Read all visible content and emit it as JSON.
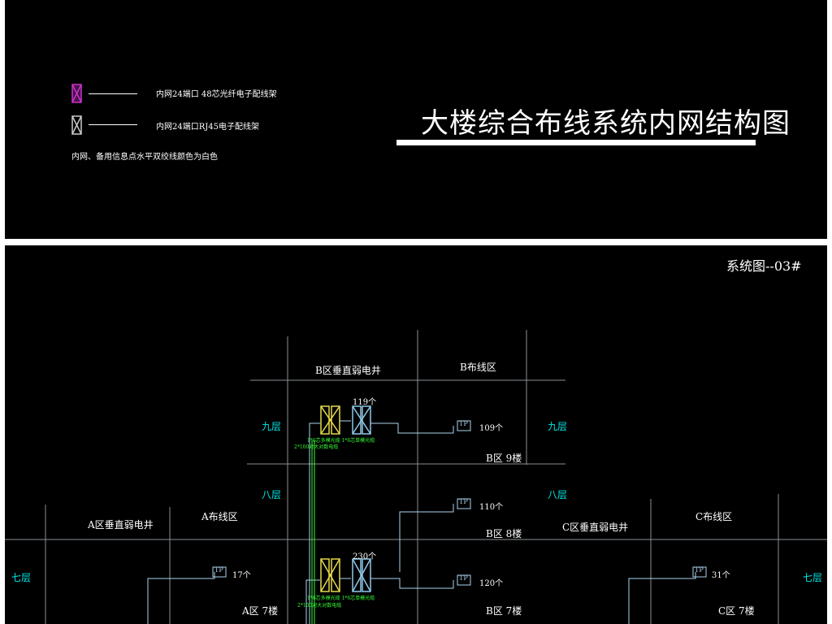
{
  "legend": {
    "item1": "内网24端口 48芯光纤电子配线架",
    "item2": "内网24端口RJ45电子配线架",
    "note": "内网、备用信息点水平双绞线颜色为白色",
    "item1_color": "#cc33cc",
    "item2_color": "#cccccc"
  },
  "title": "大楼综合布线系统内网结构图",
  "diagram": {
    "sheet_label": "系统图--03#",
    "headers": {
      "b_shaft": "B区垂直弱电井",
      "b_area": "B布线区",
      "a_shaft": "A区垂直弱电井",
      "a_area": "A布线区",
      "c_shaft": "C区垂直弱电井",
      "c_area": "C布线区"
    },
    "floors": {
      "f9_left": "九层",
      "f9_right": "九层",
      "f8_left": "八层",
      "f8_right": "八层",
      "f7_left": "七层",
      "f7_right": "七层"
    },
    "counts": {
      "b9_rack": "119个",
      "b9_tp": "109个",
      "b8_tp": "110个",
      "b7_rack": "230个",
      "b7_tp": "120个",
      "a7_tp": "17个",
      "c7_tp": "31个"
    },
    "zones": {
      "b9": "B区 9楼",
      "b8": "B区 8楼",
      "b7": "B区 7楼",
      "a7": "A区 7楼",
      "c7": "C区 7楼"
    },
    "tp_label": "TP",
    "cable_notes": {
      "b9_line1": "1*6芯多模光缆 1*6芯单模光缆",
      "b9_line2": "2*100对大对数电缆",
      "b7_line1": "1*6芯多模光缆 1*6芯单模光缆",
      "b7_line2": "2*100对大对数电缆"
    },
    "colors": {
      "grid": "#9aa0a6",
      "cable": "#aad4ee",
      "fiber": "#33ff33",
      "rack_yellow": "#e6d84a",
      "rack_cyan": "#8fc8e8",
      "floor_label": "#00e5e5"
    }
  }
}
